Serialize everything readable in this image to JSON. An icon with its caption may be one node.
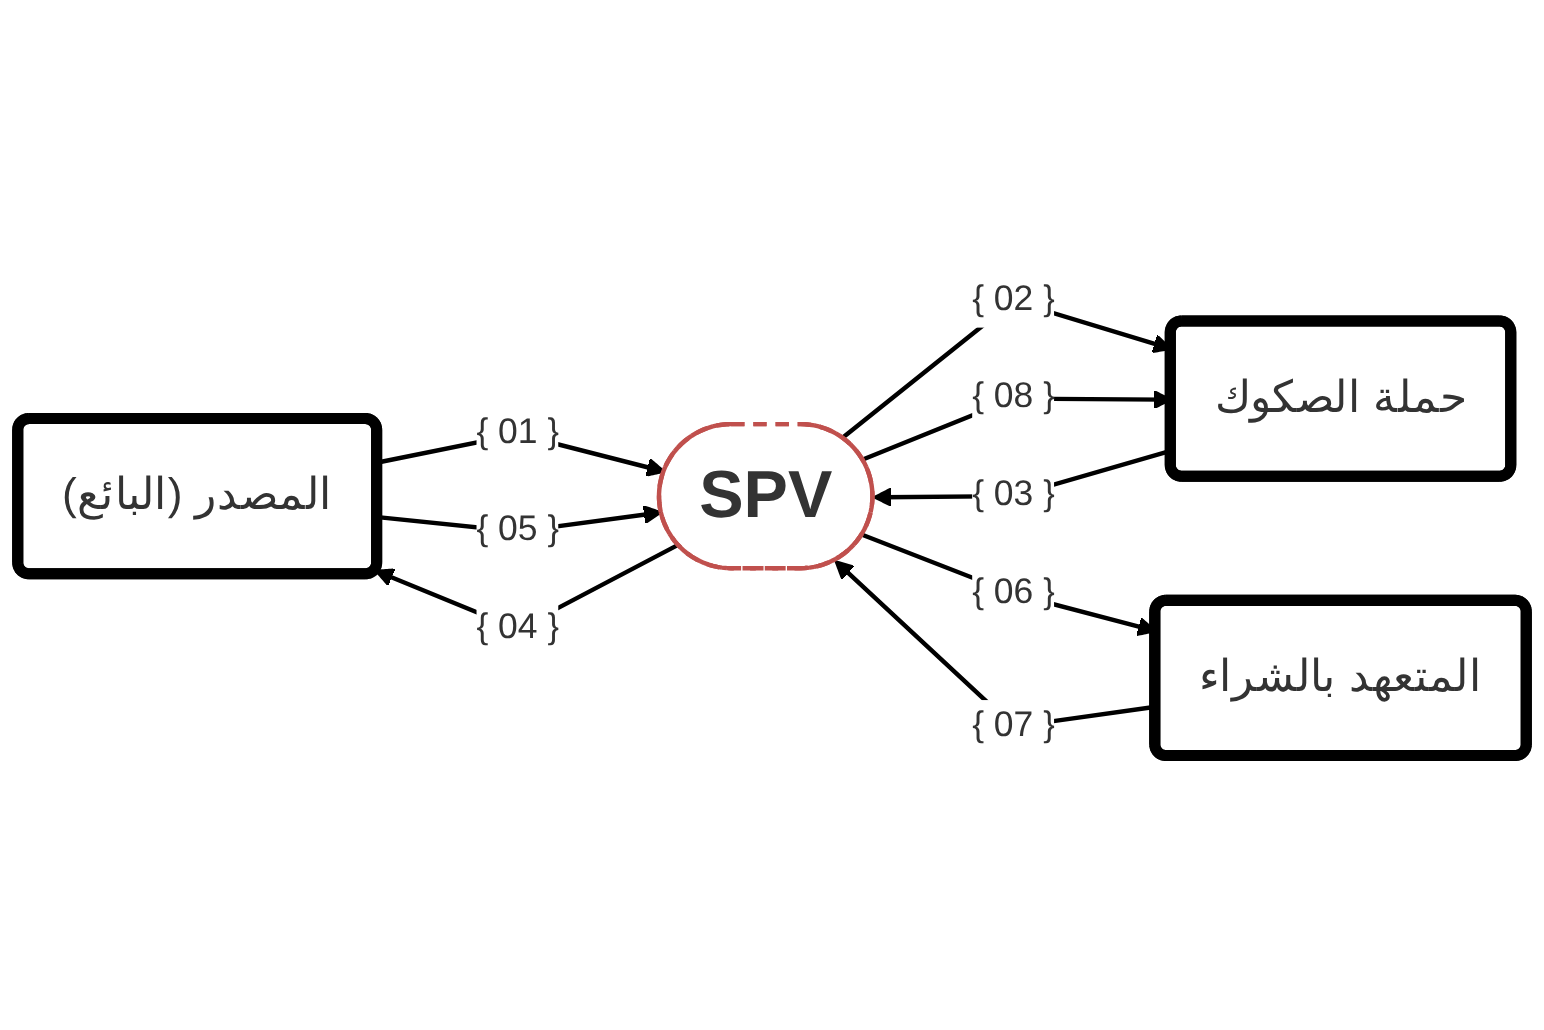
{
  "diagram": {
    "nodes": [
      {
        "text": [
          "المصدر (البائع)"
        ]
      },
      {
        "text": [
          "المتعهد بالشراء"
        ]
      },
      {
        "text": [
          "SPV"
        ]
      },
      {
        "text": [
          "حملة الصكوك"
        ]
      }
    ],
    "edges": [
      {
        "from": 0,
        "to": 2,
        "arrow": "to",
        "label": "{ 01 }"
      },
      {
        "from": 2,
        "to": 3,
        "arrow": "to",
        "label": "{ 02 }"
      },
      {
        "from": 3,
        "to": 2,
        "arrow": "to",
        "label": "{ 03 }"
      },
      {
        "from": 2,
        "to": 0,
        "arrow": "to",
        "label": "{ 04 }"
      },
      {
        "from": 0,
        "to": 2,
        "arrow": "to",
        "label": "{ 05 }"
      },
      {
        "from": 2,
        "to": 1,
        "arrow": "to",
        "label": "{ 06 }"
      },
      {
        "from": 1,
        "to": 2,
        "arrow": "to",
        "label": "{ 07 }"
      },
      {
        "from": 2,
        "to": 3,
        "arrow": "to",
        "label": "{ 08 }"
      }
    ]
  }
}
